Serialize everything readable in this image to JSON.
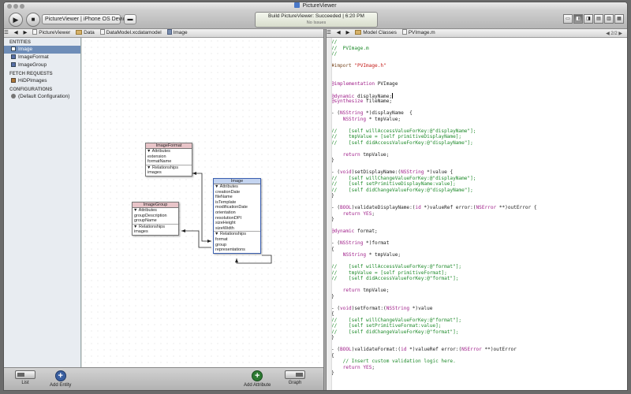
{
  "window": {
    "title": "PictureViewer"
  },
  "toolbar": {
    "run_glyph": "▶",
    "stop_glyph": "■",
    "scheme": "PictureViewer | iPhone OS Device",
    "breakpoints_glyph": "▬",
    "activity_title": "Build PictureViewer: Succeeded | 6:20 PM",
    "activity_sub": "No Issues",
    "view_buttons": [
      "▭",
      "◧",
      "◨",
      "▤",
      "▥",
      "▦"
    ]
  },
  "jumpbar_left": {
    "nav": [
      "☰",
      "◀",
      "▶"
    ],
    "crumbs": [
      "PictureViewer",
      "Data",
      "DataModel.xcdatamodel",
      "Image"
    ]
  },
  "jumpbar_right": {
    "nav": [
      "☰",
      "◀",
      "▶"
    ],
    "crumbs": [
      "Model Classes",
      "PVImage.m"
    ],
    "page": "◀ 2/2 ▶"
  },
  "sidebar": {
    "entities_header": "ENTITIES",
    "entities": [
      "Image",
      "ImageFormat",
      "ImageGroup"
    ],
    "fetch_header": "FETCH REQUESTS",
    "fetch_requests": [
      "HiDPImages"
    ],
    "config_header": "CONFIGURATIONS",
    "configurations": [
      "(Default Configuration)"
    ]
  },
  "graph": {
    "entities": {
      "image_format": {
        "name": "ImageFormat",
        "attr_header": "▼ Attributes",
        "attributes": [
          "extension",
          "formatName"
        ],
        "rel_header": "▼ Relationships",
        "relationships": [
          "images"
        ]
      },
      "image_group": {
        "name": "ImageGroup",
        "attr_header": "▼ Attributes",
        "attributes": [
          "groupDescription",
          "groupName"
        ],
        "rel_header": "▼ Relationships",
        "relationships": [
          "images"
        ]
      },
      "image": {
        "name": "Image",
        "attr_header": "▼ Attributes",
        "attributes": [
          "creationDate",
          "fileName",
          "isTemplate",
          "modificationDate",
          "orientation",
          "resolutionDPI",
          "sizeHeight",
          "sizeWidth"
        ],
        "rel_header": "▼ Relationships",
        "relationships": [
          "format",
          "group",
          "representations"
        ]
      }
    }
  },
  "bottombar": {
    "list_label": "List",
    "add_entity_label": "Add Entity",
    "add_attribute_label": "Add Attribute",
    "graph_label": "Graph",
    "plus_glyph": "+"
  },
  "code": {
    "lines": [
      [
        [
          "c-com",
          "//"
        ]
      ],
      [
        [
          "c-com",
          "//  PVImage.m"
        ]
      ],
      [
        [
          "c-com",
          "//"
        ]
      ],
      [],
      [
        [
          "c-pre",
          "#import "
        ],
        [
          "c-str",
          "\"PVImage.h\""
        ]
      ],
      [],
      [],
      [
        [
          "c-kw",
          "@implementation"
        ],
        [
          "c-pl",
          " PVImage"
        ]
      ],
      [],
      [
        [
          "c-kw",
          "@dynamic"
        ],
        [
          "c-pl",
          " displayName;"
        ],
        [
          "cursor",
          ""
        ]
      ],
      [
        [
          "c-kw",
          "@synthesize"
        ],
        [
          "c-pl",
          " fileName;"
        ]
      ],
      [],
      [
        [
          "c-pl",
          "- ("
        ],
        [
          "c-kw",
          "NSString"
        ],
        [
          "c-pl",
          " *)displayName  {"
        ]
      ],
      [
        [
          "c-pl",
          "    "
        ],
        [
          "c-kw",
          "NSString"
        ],
        [
          "c-pl",
          " * tmpValue;"
        ]
      ],
      [],
      [
        [
          "c-com",
          "//    [self willAccessValueForKey:@\"displayName\"];"
        ]
      ],
      [
        [
          "c-com",
          "//    tmpValue = [self primitiveDisplayName];"
        ]
      ],
      [
        [
          "c-com",
          "//    [self didAccessValueForKey:@\"displayName\"];"
        ]
      ],
      [],
      [
        [
          "c-pl",
          "    "
        ],
        [
          "c-kw",
          "return"
        ],
        [
          "c-pl",
          " tmpValue;"
        ]
      ],
      [
        [
          "c-pl",
          "}"
        ]
      ],
      [],
      [
        [
          "c-pl",
          "- ("
        ],
        [
          "c-kw",
          "void"
        ],
        [
          "c-pl",
          ")setDisplayName:("
        ],
        [
          "c-kw",
          "NSString"
        ],
        [
          "c-pl",
          " *)value {"
        ]
      ],
      [
        [
          "c-com",
          "//    [self willChangeValueForKey:@\"displayName\"];"
        ]
      ],
      [
        [
          "c-com",
          "//    [self setPrimitiveDisplayName:value];"
        ]
      ],
      [
        [
          "c-com",
          "//    [self didChangeValueForKey:@\"displayName\"];"
        ]
      ],
      [
        [
          "c-pl",
          "}"
        ]
      ],
      [],
      [
        [
          "c-pl",
          "- ("
        ],
        [
          "c-kw",
          "BOOL"
        ],
        [
          "c-pl",
          ")validateDisplayName:("
        ],
        [
          "c-kw",
          "id"
        ],
        [
          "c-pl",
          " *)valueRef error:("
        ],
        [
          "c-kw",
          "NSError"
        ],
        [
          "c-pl",
          " **)outError {"
        ]
      ],
      [
        [
          "c-pl",
          "    "
        ],
        [
          "c-kw",
          "return YES"
        ],
        [
          "c-pl",
          ";"
        ]
      ],
      [
        [
          "c-pl",
          "}"
        ]
      ],
      [],
      [
        [
          "c-kw",
          "@dynamic"
        ],
        [
          "c-pl",
          " format;"
        ]
      ],
      [],
      [
        [
          "c-pl",
          "- ("
        ],
        [
          "c-kw",
          "NSString"
        ],
        [
          "c-pl",
          " *)format"
        ]
      ],
      [
        [
          "c-pl",
          "{"
        ]
      ],
      [
        [
          "c-pl",
          "    "
        ],
        [
          "c-kw",
          "NSString"
        ],
        [
          "c-pl",
          " * tmpValue;"
        ]
      ],
      [],
      [
        [
          "c-com",
          "//    [self willAccessValueForKey:@\"format\"];"
        ]
      ],
      [
        [
          "c-com",
          "//    tmpValue = [self primitiveFormat];"
        ]
      ],
      [
        [
          "c-com",
          "//    [self didAccessValueForKey:@\"format\"];"
        ]
      ],
      [],
      [
        [
          "c-pl",
          "    "
        ],
        [
          "c-kw",
          "return"
        ],
        [
          "c-pl",
          " tmpValue;"
        ]
      ],
      [
        [
          "c-pl",
          "}"
        ]
      ],
      [],
      [
        [
          "c-pl",
          "- ("
        ],
        [
          "c-kw",
          "void"
        ],
        [
          "c-pl",
          ")setFormat:("
        ],
        [
          "c-kw",
          "NSString"
        ],
        [
          "c-pl",
          " *)value"
        ]
      ],
      [
        [
          "c-pl",
          "{"
        ]
      ],
      [
        [
          "c-com",
          "//    [self willChangeValueForKey:@\"format\"];"
        ]
      ],
      [
        [
          "c-com",
          "//    [self setPrimitiveFormat:value];"
        ]
      ],
      [
        [
          "c-com",
          "//    [self didChangeValueForKey:@\"format\"];"
        ]
      ],
      [
        [
          "c-pl",
          "}"
        ]
      ],
      [],
      [
        [
          "c-pl",
          "- ("
        ],
        [
          "c-kw",
          "BOOL"
        ],
        [
          "c-pl",
          ")validateFormat:("
        ],
        [
          "c-kw",
          "id"
        ],
        [
          "c-pl",
          " *)valueRef error:("
        ],
        [
          "c-kw",
          "NSError"
        ],
        [
          "c-pl",
          " **)outError"
        ]
      ],
      [
        [
          "c-pl",
          "{"
        ]
      ],
      [
        [
          "c-com",
          "    // Insert custom validation logic here."
        ]
      ],
      [
        [
          "c-pl",
          "    "
        ],
        [
          "c-kw",
          "return YES"
        ],
        [
          "c-pl",
          ";"
        ]
      ],
      [
        [
          "c-pl",
          "}"
        ]
      ]
    ]
  }
}
